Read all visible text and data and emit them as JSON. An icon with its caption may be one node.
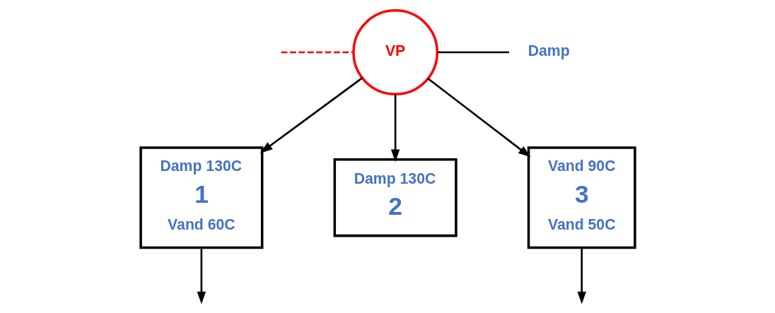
{
  "diagram": {
    "nodes": [
      {
        "text": [
          "VP"
        ]
      },
      {
        "text": [
          "Damp 130C",
          "1",
          "Vand 60C"
        ]
      },
      {
        "text": [
          "Damp 130C",
          "2"
        ]
      },
      {
        "text": [
          "Vand 90C",
          "3",
          "Vand 50C"
        ]
      },
      {
        "text": [
          "Damp"
        ]
      }
    ],
    "edges": [
      {
        "from": null,
        "to": 0,
        "arrow": "none",
        "style": "dashed",
        "color": "#ff0000"
      },
      {
        "from": 0,
        "to": 1,
        "arrow": "to"
      },
      {
        "from": 0,
        "to": 2,
        "arrow": "to"
      },
      {
        "from": 0,
        "to": 3,
        "arrow": "to"
      },
      {
        "from": 0,
        "to": 4,
        "arrow": "none"
      },
      {
        "from": 1,
        "to": null,
        "arrow": "to"
      },
      {
        "from": 3,
        "to": null,
        "arrow": "to"
      }
    ]
  }
}
